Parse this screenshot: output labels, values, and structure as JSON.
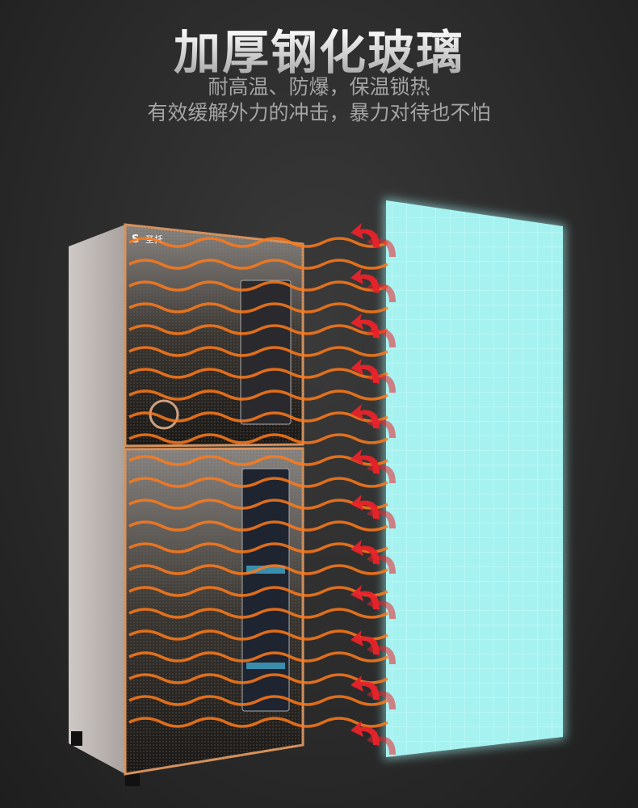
{
  "headline": "加厚钢化玻璃",
  "subline1": "耐高温、防爆，保温锁热",
  "subline2": "有效缓解外力的冲击，暴力对待也不怕",
  "brand": {
    "logo_text": "圣托"
  },
  "colors": {
    "wave": "#ff7a1a",
    "arrow": "#e8232a",
    "glass": "#a6f2f0"
  }
}
